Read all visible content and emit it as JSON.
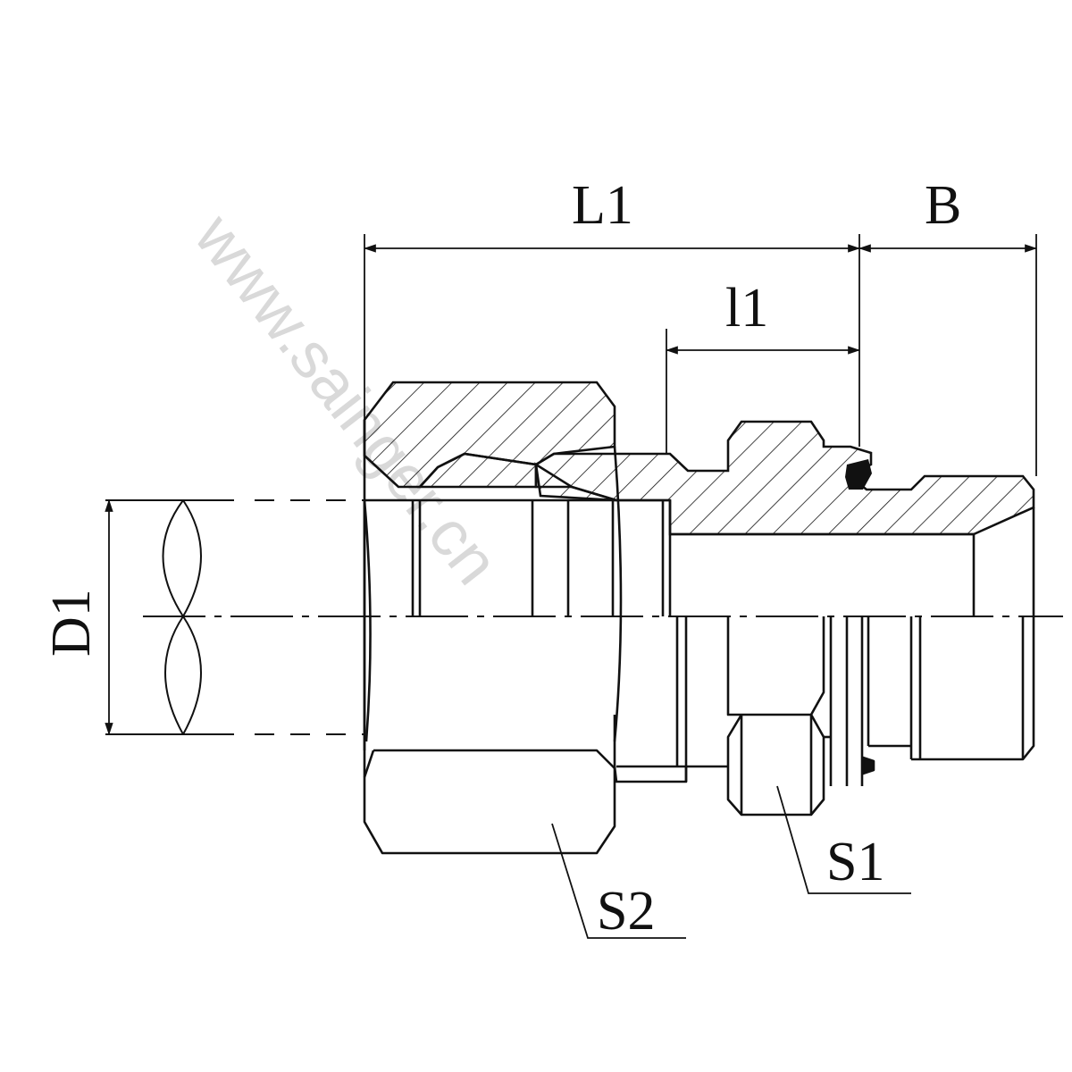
{
  "labels": {
    "L1": "L1",
    "B": "B",
    "l1": "l1",
    "D1": "D1",
    "S1": "S1",
    "S2": "S2"
  },
  "watermark": "www.sainger.cn",
  "colors": {
    "ink": "#111111",
    "background": "#ffffff",
    "watermark": "#d9d9d9"
  }
}
